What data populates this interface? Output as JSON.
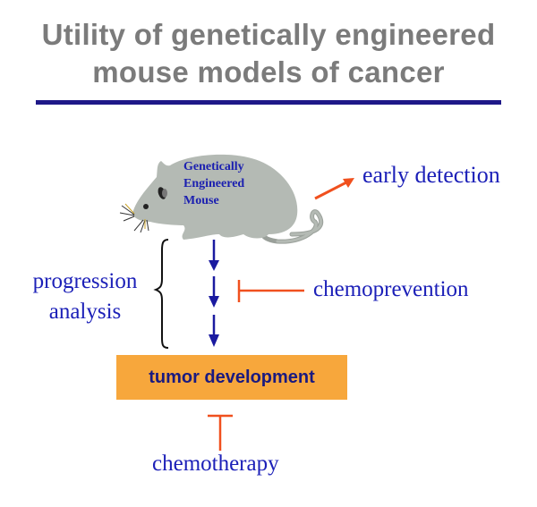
{
  "title": {
    "line1": "Utility of genetically engineered",
    "line2": "mouse models of cancer"
  },
  "mouse": {
    "label_line1": "Genetically",
    "label_line2": "Engineered",
    "label_line3": "Mouse"
  },
  "labels": {
    "early_detection": "early detection",
    "progression_line1": "progression",
    "progression_line2": "analysis",
    "chemoprevention": "chemoprevention",
    "tumor_development": "tumor development",
    "chemotherapy": "chemotherapy"
  },
  "colors": {
    "title_gray": "#7b7b7b",
    "rule_navy": "#1e1888",
    "text_blue": "#1c20b8",
    "arrow_blue": "#1a1aa0",
    "inhibit_orange": "#f0501e",
    "tumor_box": "#f7a73c",
    "mouse_gray": "#b4bab4"
  }
}
